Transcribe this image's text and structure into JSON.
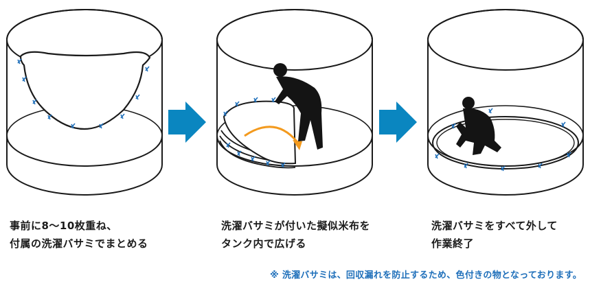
{
  "steps": [
    {
      "lines": [
        "事前に8～10枚重ね、",
        "付属の洗濯バサミでまとめる"
      ]
    },
    {
      "lines": [
        "洗濯バサミが付いた擬似米布を",
        "タンク内で広げる"
      ]
    },
    {
      "lines": [
        "洗濯バサミをすべて外して",
        "作業終了"
      ]
    }
  ],
  "note": "※ 洗濯バサミは、回収漏れを防止するため、色付きの物となっております。",
  "colors": {
    "outline": "#1a1a1a",
    "clip": "#1e6fba",
    "arrow": "#0a86c0",
    "orange_arrow": "#f39a1e",
    "note": "#1e6fba"
  }
}
